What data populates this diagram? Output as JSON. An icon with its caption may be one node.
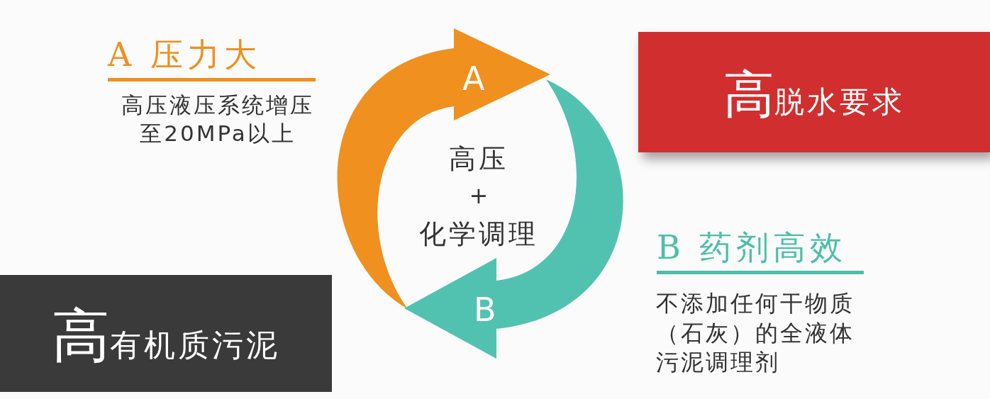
{
  "diagram": {
    "nodes": [
      {
        "text": [
          "A"
        ]
      },
      {
        "text": [
          "高",
          "脱水要求"
        ]
      },
      {
        "text": [
          "B"
        ]
      },
      {
        "text": [
          "高",
          "有机质污泥"
        ]
      }
    ],
    "labels": [
      "A 压力大",
      "高压液压系统增压至20MPa以上",
      "高压",
      "+",
      "化学调理",
      "B 药剂高效",
      "不添加任何干物质（石灰）的全液体污泥调理剂"
    ]
  }
}
